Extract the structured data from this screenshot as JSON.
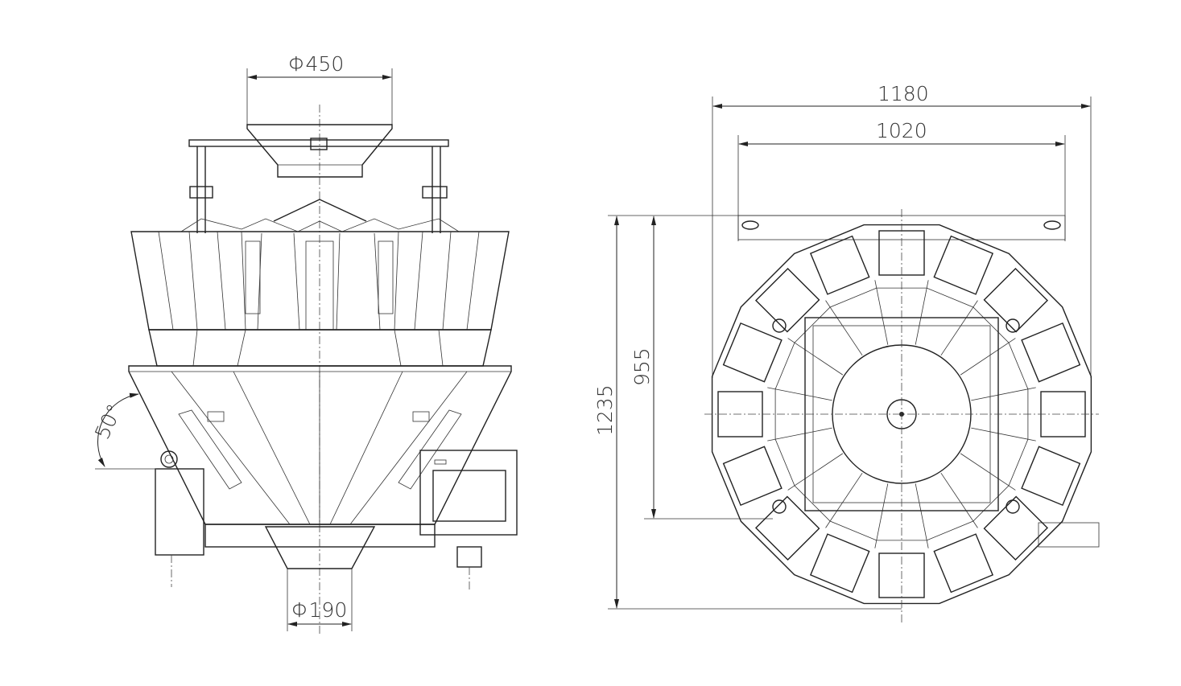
{
  "front_view": {
    "top_diameter": "Φ450",
    "outlet_diameter": "Φ190",
    "angle": "50°"
  },
  "top_view": {
    "overall_width": "1180",
    "frame_width": "1020",
    "overall_depth": "1235",
    "frame_depth": "955",
    "bucket_count": 16
  },
  "colors": {
    "line": "#222222",
    "background": "#ffffff"
  }
}
